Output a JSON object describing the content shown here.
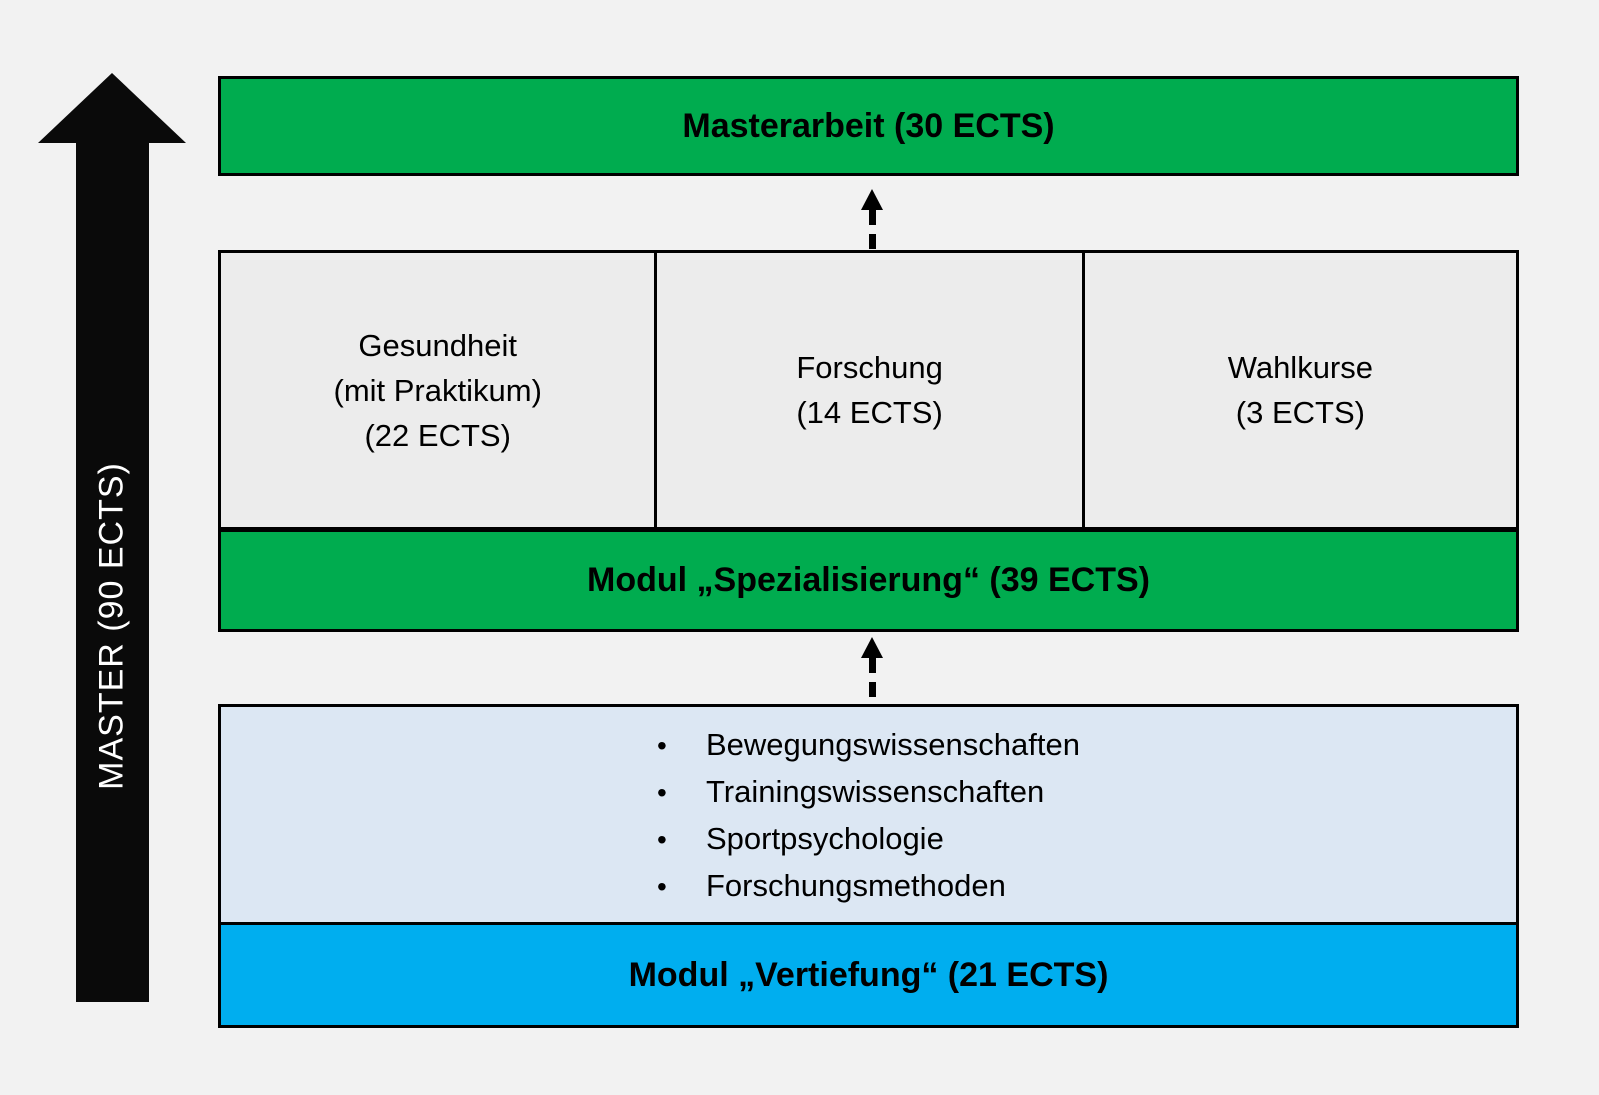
{
  "palette": {
    "background": "#F2F2F2",
    "green": "#00AC4F",
    "cyan": "#00AEEF",
    "light_blue": "#DCE7F3",
    "gray_box": "#ECECEC",
    "border": "#000000",
    "arrow_black": "#0A0A0A"
  },
  "master_arrow": {
    "label": "MASTER (90 ECTS)"
  },
  "masterarbeit_bar": {
    "label": "Masterarbeit (30 ECTS)"
  },
  "specialization_row": {
    "boxes": [
      {
        "lines": [
          "Gesundheit",
          "(mit Praktikum)",
          "(22 ECTS)"
        ]
      },
      {
        "lines": [
          "Forschung",
          "(14 ECTS)"
        ]
      },
      {
        "lines": [
          "Wahlkurse",
          "(3 ECTS)"
        ]
      }
    ]
  },
  "spezialisierung_bar": {
    "label": "Modul „Spezialisierung“ (39 ECTS)"
  },
  "vertiefung_box": {
    "bullet": "•",
    "items": [
      "Bewegungswissenschaften",
      "Trainingswissenschaften",
      "Sportpsychologie",
      "Forschungsmethoden"
    ]
  },
  "vertiefung_bar": {
    "label": "Modul „Vertiefung“ (21 ECTS)"
  }
}
